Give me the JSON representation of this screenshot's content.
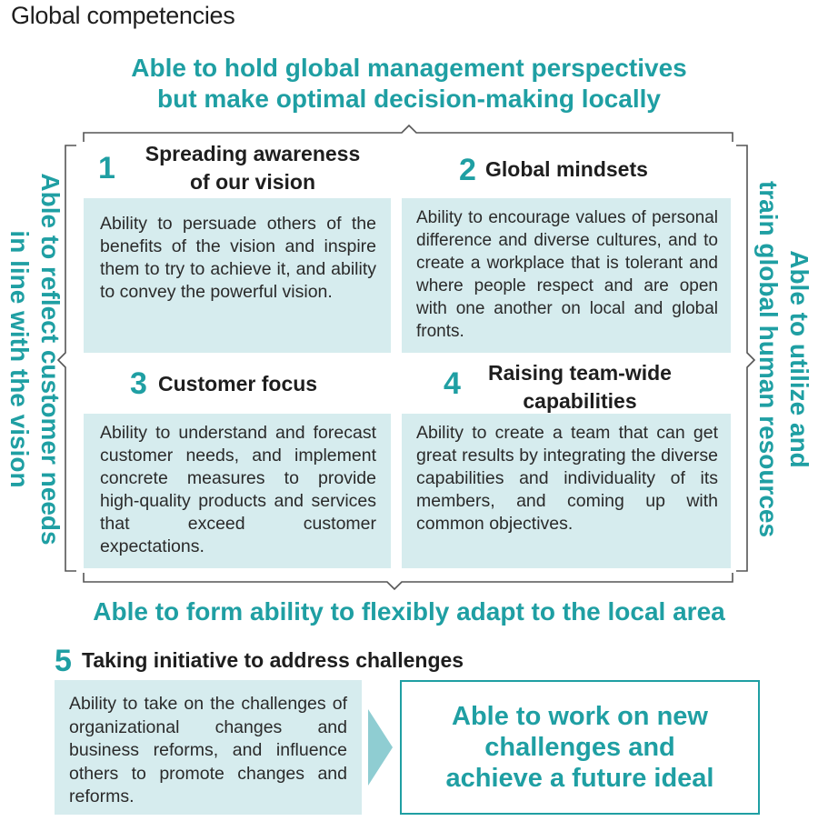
{
  "title": "Global competencies",
  "captions": {
    "top": [
      "Able to hold global management perspectives",
      "but make optimal decision-making locally"
    ],
    "left": [
      "Able to reflect customer needs",
      "in line with the vision"
    ],
    "right": [
      "Able to utilize and",
      "train global human resources"
    ],
    "bottom": "Able to form ability to flexibly adapt to the local area"
  },
  "competencies": [
    {
      "number": "1",
      "heading": [
        "Spreading awareness",
        "of our vision"
      ],
      "text": "Ability to persuade others of the benefits of the vision and inspire them to try to achieve it, and ability to convey the powerful vision."
    },
    {
      "number": "2",
      "heading": [
        "Global mindsets"
      ],
      "text": "Ability to encourage values of personal difference and diverse cultures, and to create a workplace that is tolerant and where people respect and are open with one another on local and global fronts."
    },
    {
      "number": "3",
      "heading": [
        "Customer focus"
      ],
      "text": "Ability to understand and forecast customer needs, and implement concrete measures to provide high-quality products and services that exceed customer expectations."
    },
    {
      "number": "4",
      "heading": [
        "Raising team-wide",
        "capabilities"
      ],
      "text": "Ability to create a team that can get great results by integrating the diverse capabilities and individuality of its members, and coming up with common objectives."
    },
    {
      "number": "5",
      "heading": [
        "Taking initiative to address challenges"
      ],
      "text": "Ability to take on the challenges of organizational changes and business reforms, and influence others to promote changes and reforms."
    }
  ],
  "goal": [
    "Able to work on new",
    "challenges and",
    "achieve a future ideal"
  ],
  "colors": {
    "accent": "#1f9fa3",
    "box_fill": "#d6ecee",
    "bracket": "#555555",
    "arrow": "#8fcdd2"
  }
}
